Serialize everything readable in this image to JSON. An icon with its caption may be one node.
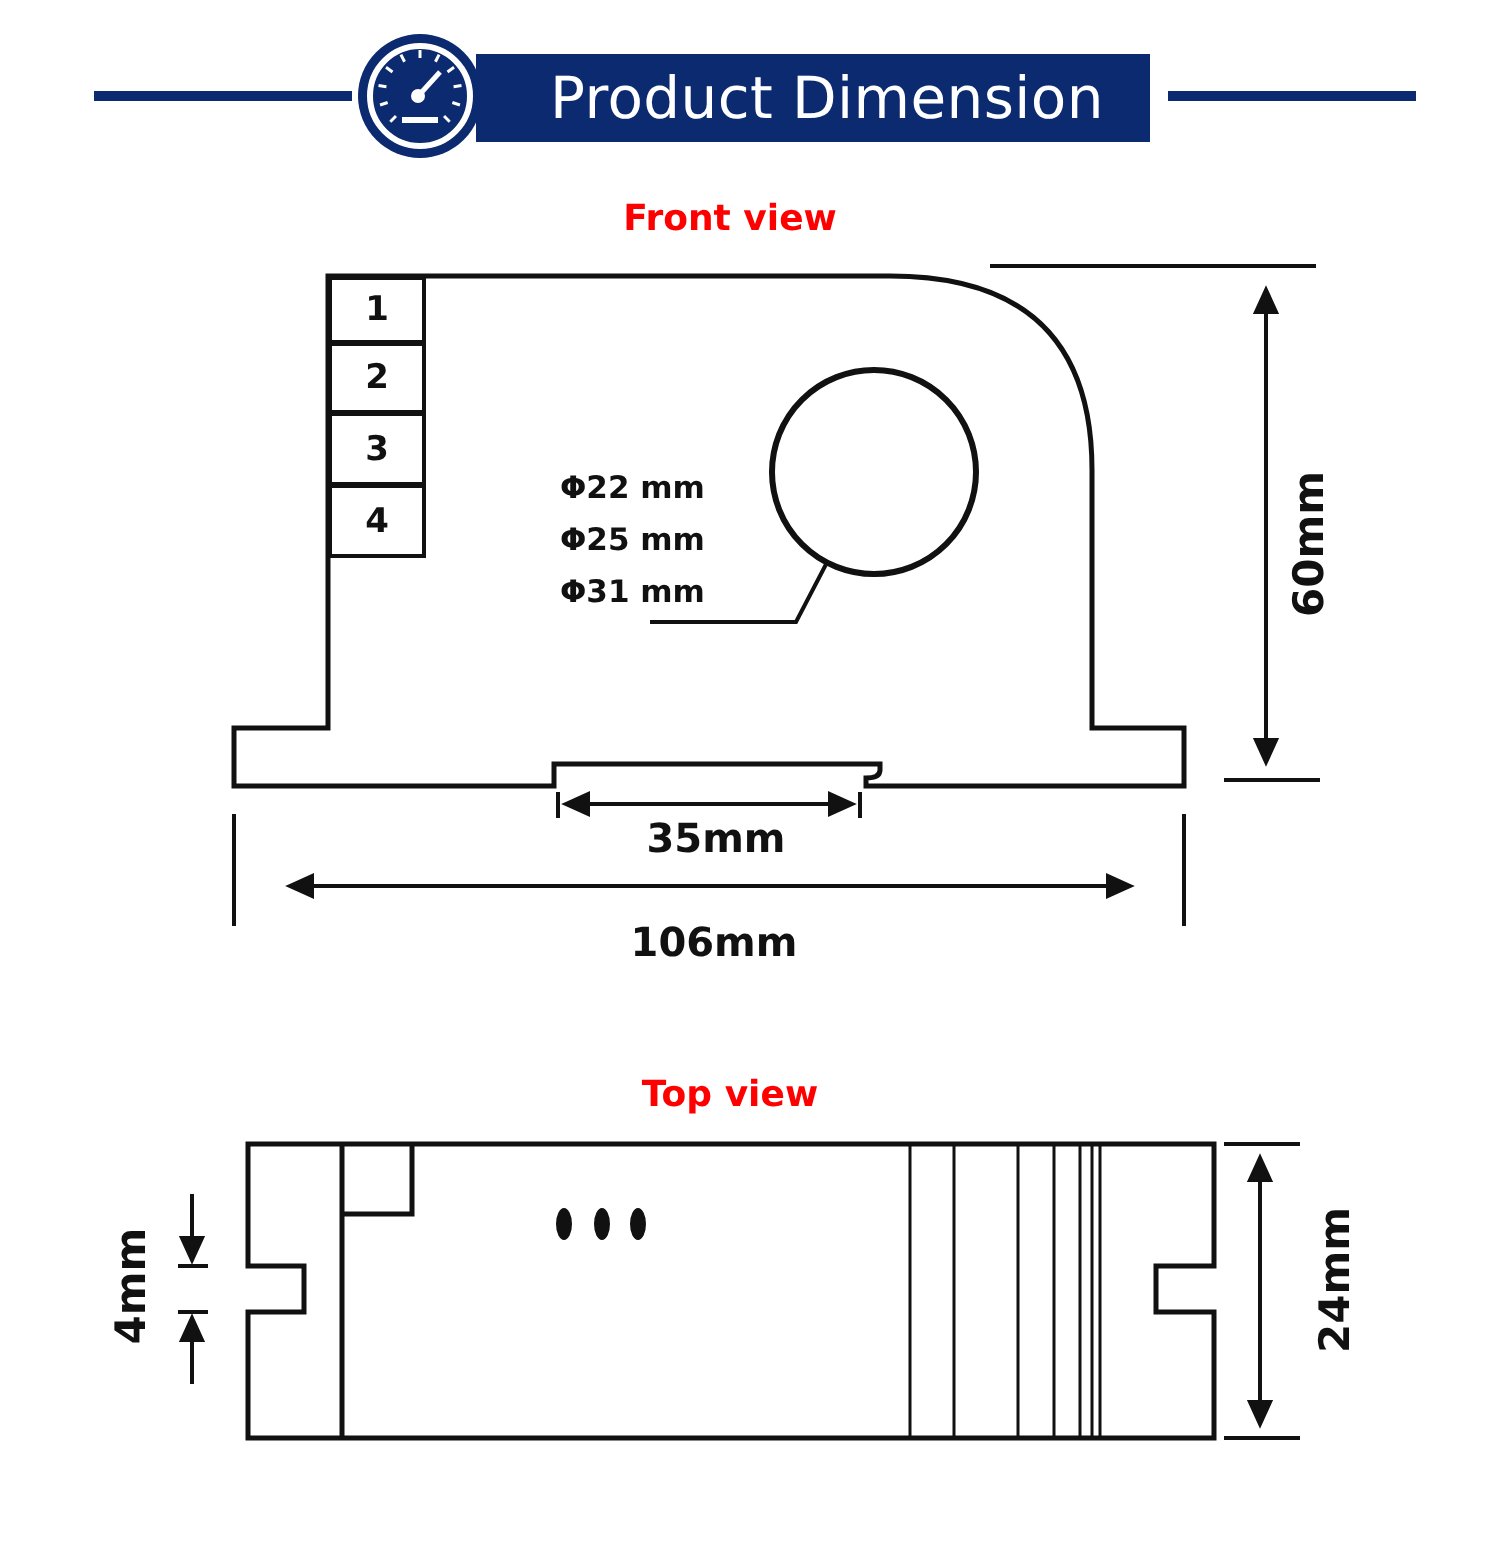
{
  "diagram": {
    "title": "Product Dimension",
    "nodes": [
      {
        "text": [
          "1"
        ]
      },
      {
        "text": [
          "2"
        ]
      },
      {
        "text": [
          "3"
        ]
      },
      {
        "text": [
          "4"
        ]
      },
      {
        "text": [
          "Φ22 mm",
          "Φ25 mm",
          "Φ31 mm"
        ]
      },
      {
        "text": [],
        "shape": "circle"
      }
    ],
    "edges": [
      {
        "from": 4,
        "to": 5,
        "arrow": "none"
      }
    ],
    "labels": [
      "Front view",
      "60mm",
      "35mm",
      "106mm",
      "Top view",
      "4mm",
      "24mm"
    ]
  }
}
